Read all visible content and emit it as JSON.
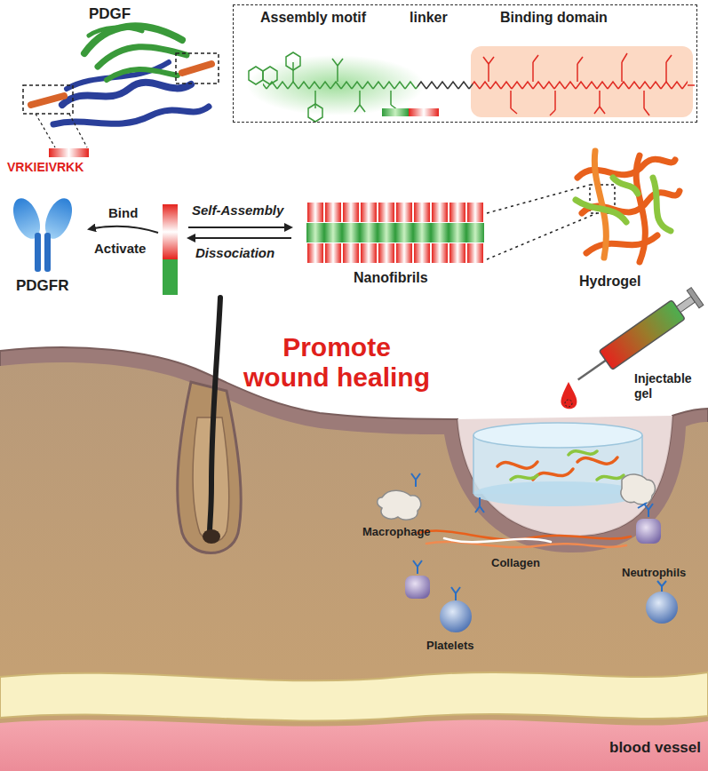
{
  "diagram": {
    "nodes": [
      {
        "text": [
          "Assembly motif",
          "linker",
          "Binding domain"
        ]
      }
    ],
    "labels": [
      "PDGF",
      "VRKIEIVRKK",
      "Bind",
      "Activate",
      "PDGFR",
      "Self-Assembly",
      "Dissociation",
      "Nanofibrils",
      "Hydrogel",
      "Promote wound healing",
      "Injectable gel",
      "Macrophage",
      "Collagen",
      "Neutrophils",
      "Platelets",
      "blood vessel"
    ]
  }
}
